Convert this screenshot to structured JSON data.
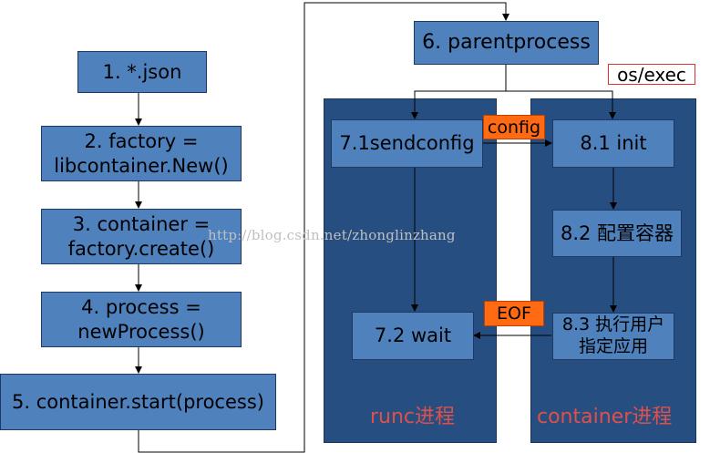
{
  "left_flow": {
    "step1": "1. *.json",
    "step2_line1": "2. factory =",
    "step2_line2": "libcontainer.New()",
    "step3_line1": "3. container =",
    "step3_line2": "factory.create()",
    "step4_line1": "4. process =",
    "step4_line2": "newProcess()",
    "step5": "5. container.start(process)"
  },
  "parent": {
    "label": "6. parentprocess",
    "os_exec": "os/exec"
  },
  "runc_lane": {
    "label": "runc进程",
    "send_config": "7.1sendconfig",
    "wait": "7.2 wait"
  },
  "container_lane": {
    "label": "container进程",
    "init": "8.1 init",
    "configure": "8.2 配置容器",
    "exec_line1": "8.3 执行用户",
    "exec_line2": "指定应用"
  },
  "messages": {
    "config": "config",
    "eof": "EOF"
  },
  "watermark": "http://blog.csdn.net/zhonglinzhang",
  "colors": {
    "box_fill": "#4f81bd",
    "lane_fill": "#264e80",
    "tag_fill": "#ff6a13",
    "lane_label": "#e0504a"
  }
}
